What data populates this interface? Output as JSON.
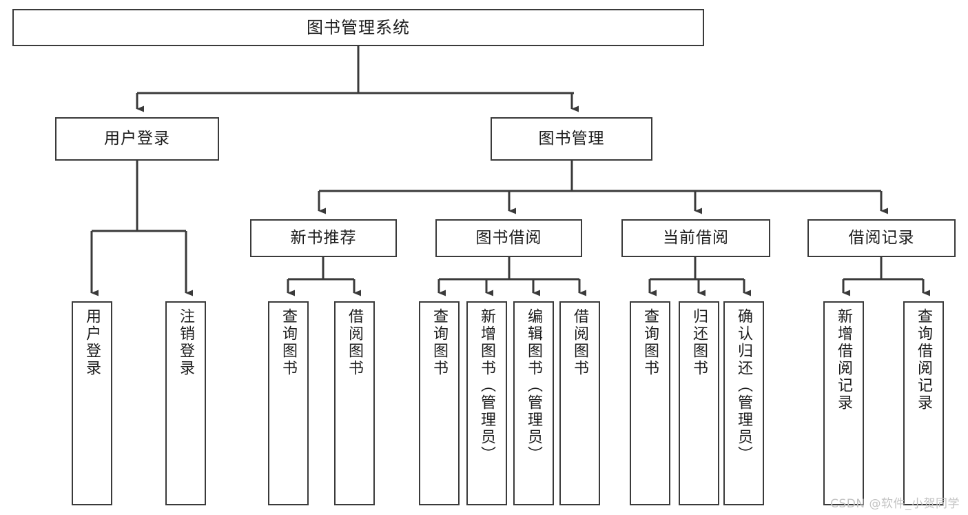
{
  "diagram": {
    "title": "图书管理系统",
    "type": "tree",
    "colors": {
      "stroke": "#3a3a3a",
      "fill": "#ffffff",
      "text": "#1d1d1d",
      "watermark": "#c3c3c3",
      "background": "#ffffff"
    },
    "root": {
      "label": "图书管理系统"
    },
    "level2": [
      {
        "label": "用户登录"
      },
      {
        "label": "图书管理"
      }
    ],
    "level3": [
      {
        "label": "新书推荐"
      },
      {
        "label": "图书借阅"
      },
      {
        "label": "当前借阅"
      },
      {
        "label": "借阅记录"
      }
    ],
    "leaves": [
      {
        "label": "用户登录",
        "parent": "用户登录"
      },
      {
        "label": "注销登录",
        "parent": "用户登录"
      },
      {
        "label": "查询图书",
        "parent": "新书推荐"
      },
      {
        "label": "借阅图书",
        "parent": "新书推荐"
      },
      {
        "label": "查询图书",
        "parent": "图书借阅"
      },
      {
        "label": "新增图书（管理员）",
        "parent": "图书借阅"
      },
      {
        "label": "编辑图书（管理员）",
        "parent": "图书借阅"
      },
      {
        "label": "借阅图书",
        "parent": "图书借阅"
      },
      {
        "label": "查询图书",
        "parent": "当前借阅"
      },
      {
        "label": "归还图书",
        "parent": "当前借阅"
      },
      {
        "label": "确认归还（管理员）",
        "parent": "当前借阅"
      },
      {
        "label": "新增借阅记录",
        "parent": "借阅记录"
      },
      {
        "label": "查询借阅记录",
        "parent": "借阅记录"
      }
    ]
  },
  "watermark": {
    "text": "CSDN @软件_小贺同学"
  }
}
